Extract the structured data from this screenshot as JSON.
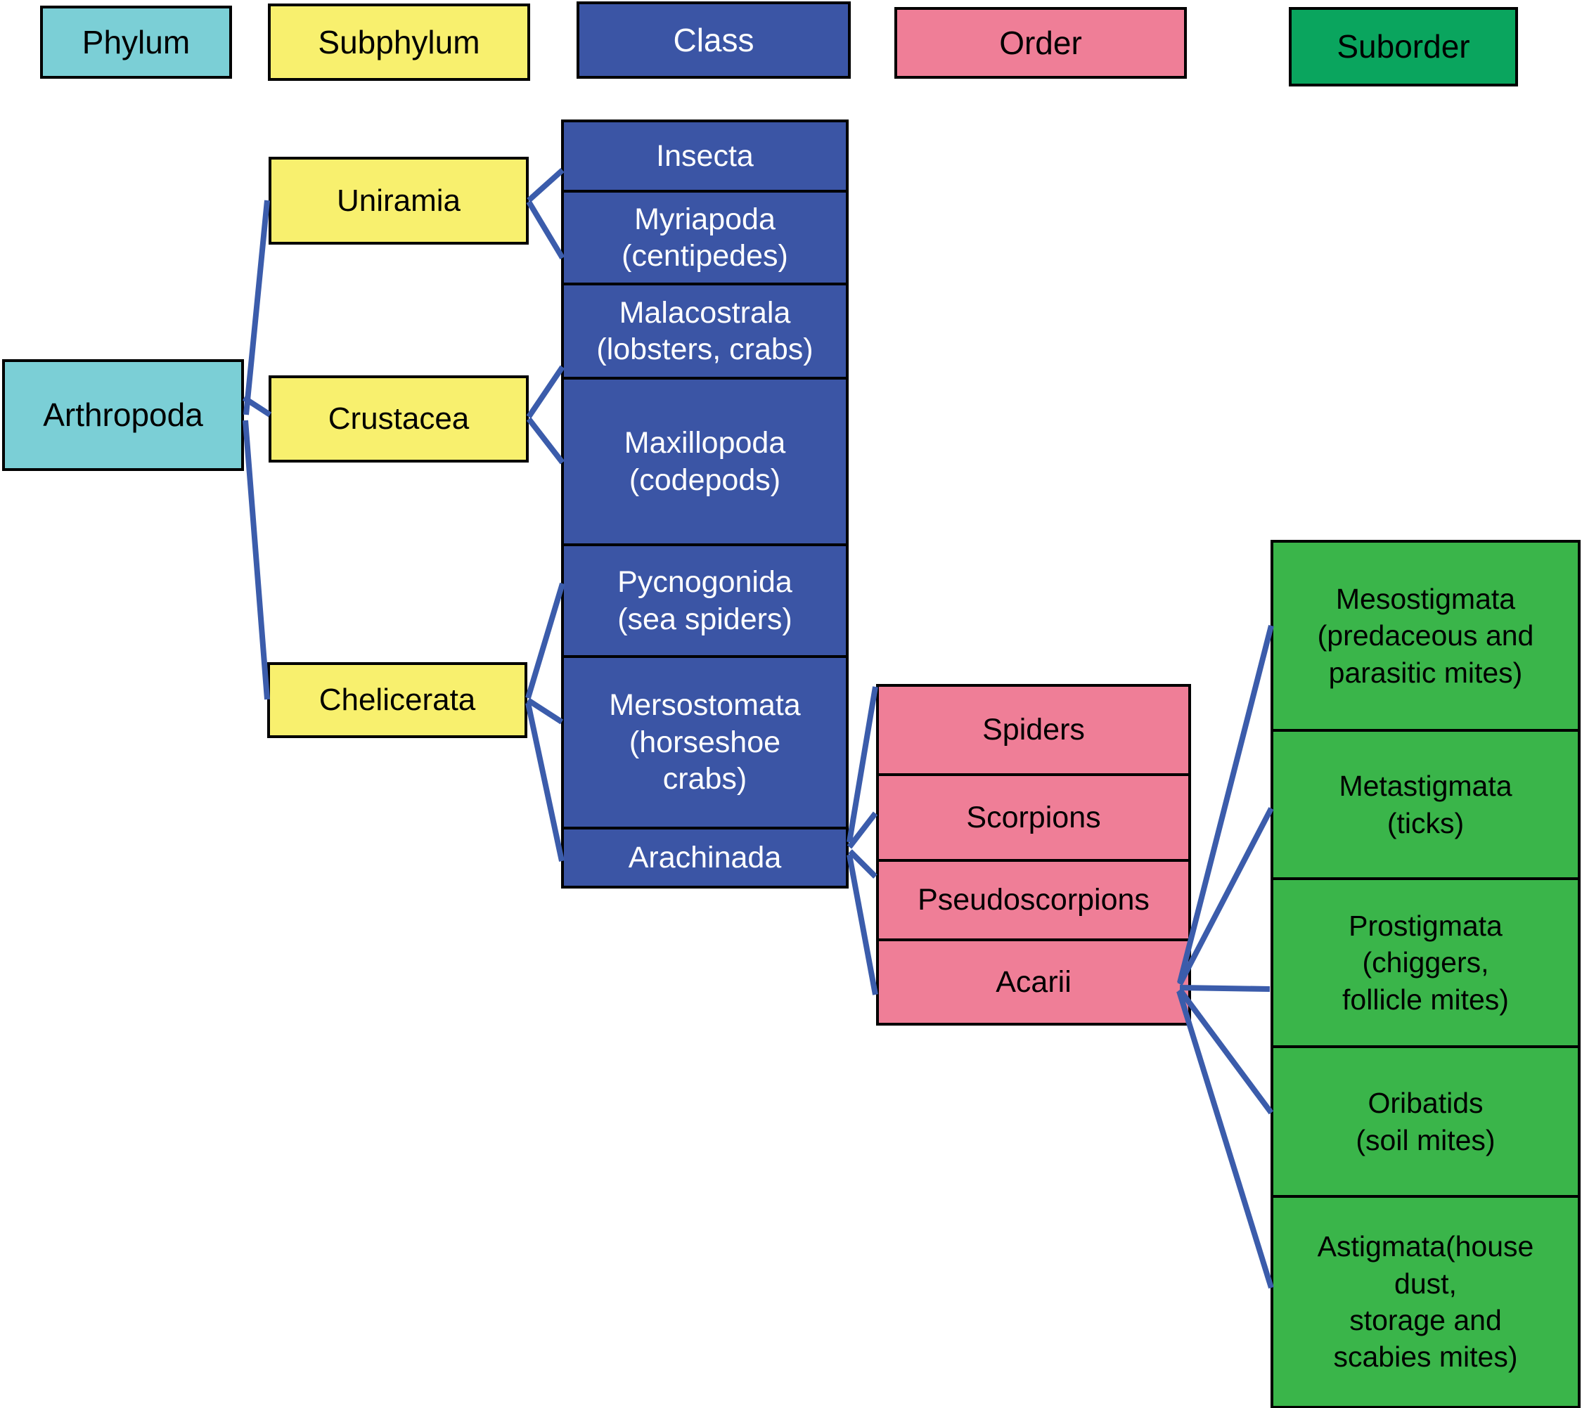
{
  "headers": {
    "phylum": "Phylum",
    "subphylum": "Subphylum",
    "class": "Class",
    "order": "Order",
    "suborder": "Suborder"
  },
  "phylum_node": "Arthropoda",
  "subphylum_nodes": [
    "Uniramia",
    "Crustacea",
    "Chelicerata"
  ],
  "class_nodes": [
    "Insecta",
    "Myriapoda\n(centipedes)",
    "Malacostrala\n(lobsters, crabs)",
    "Maxillopoda\n(codepods)",
    "Pycnogonida\n(sea spiders)",
    "Mersostomata\n(horseshoe\ncrabs)",
    "Arachinada"
  ],
  "order_nodes": [
    "Spiders",
    "Scorpions",
    "Pseudoscorpions",
    "Acarii"
  ],
  "suborder_nodes": [
    "Mesostigmata\n(predaceous and\nparasitic mites)",
    "Metastigmata\n(ticks)",
    "Prostigmata\n(chiggers,\nfollicle mites)",
    "Oribatids\n(soil mites)",
    "Astigmata(house\ndust,\nstorage and\nscabies mites)"
  ],
  "edges": [
    {
      "from": "Arthropoda",
      "to": "Uniramia"
    },
    {
      "from": "Arthropoda",
      "to": "Crustacea"
    },
    {
      "from": "Arthropoda",
      "to": "Chelicerata"
    },
    {
      "from": "Uniramia",
      "to": "Insecta"
    },
    {
      "from": "Uniramia",
      "to": "Myriapoda (centipedes)"
    },
    {
      "from": "Crustacea",
      "to": "Malacostrala (lobsters, crabs)"
    },
    {
      "from": "Crustacea",
      "to": "Maxillopoda (codepods)"
    },
    {
      "from": "Chelicerata",
      "to": "Pycnogonida (sea spiders)"
    },
    {
      "from": "Chelicerata",
      "to": "Mersostomata (horseshoe crabs)"
    },
    {
      "from": "Chelicerata",
      "to": "Arachinada"
    },
    {
      "from": "Arachinada",
      "to": "Spiders"
    },
    {
      "from": "Arachinada",
      "to": "Scorpions"
    },
    {
      "from": "Arachinada",
      "to": "Pseudoscorpions"
    },
    {
      "from": "Arachinada",
      "to": "Acarii"
    },
    {
      "from": "Acarii",
      "to": "Mesostigmata (predaceous and parasitic mites)"
    },
    {
      "from": "Acarii",
      "to": "Metastigmata (ticks)"
    },
    {
      "from": "Acarii",
      "to": "Prostigmata (chiggers, follicle mites)"
    },
    {
      "from": "Acarii",
      "to": "Oribatids (soil mites)"
    },
    {
      "from": "Acarii",
      "to": "Astigmata(house dust, storage and scabies mites)"
    }
  ],
  "colors": {
    "phylum": "#7bcfd6",
    "subphylum": "#f8f06e",
    "class": "#3b55a5",
    "order": "#ef7e97",
    "suborder_header": "#0aa55e",
    "suborder_body": "#3ab54a",
    "connector": "#3b5cab",
    "border": "#000000"
  }
}
